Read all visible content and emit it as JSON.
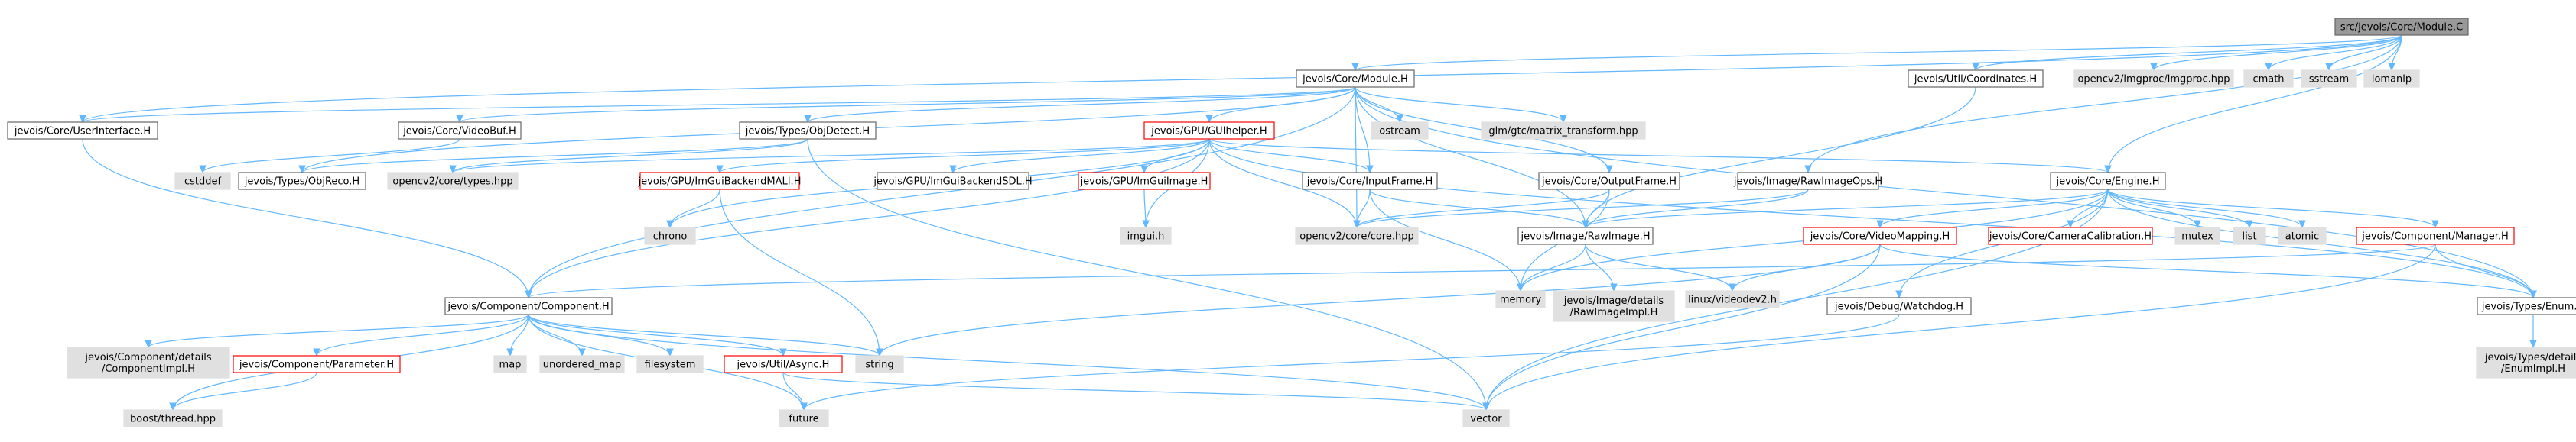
{
  "graph": {
    "root": "src/jevois/Core/Module.C",
    "colors": {
      "root_fill": "#999999",
      "linked_fill": "#ffffff",
      "external_fill": "#e0e0e0",
      "normal_border": "#666666",
      "truncated_border": "#ff0000",
      "edge": "#63b8ff"
    },
    "nodes": [
      {
        "id": "root",
        "label": "src/jevois/Core/Module.C",
        "style": "root"
      },
      {
        "id": "moduleh",
        "label": "jevois/Core/Module.H",
        "style": "linked"
      },
      {
        "id": "coords",
        "label": "jevois/Util/Coordinates.H",
        "style": "linked"
      },
      {
        "id": "imgproc",
        "label": "opencv2/imgproc/imgproc.hpp",
        "style": "external"
      },
      {
        "id": "cmath",
        "label": "cmath",
        "style": "external"
      },
      {
        "id": "sstream",
        "label": "sstream",
        "style": "external"
      },
      {
        "id": "iomanip",
        "label": "iomanip",
        "style": "external"
      },
      {
        "id": "userif",
        "label": "jevois/Core/UserInterface.H",
        "style": "linked"
      },
      {
        "id": "videobuf",
        "label": "jevois/Core/VideoBuf.H",
        "style": "linked"
      },
      {
        "id": "objdetect",
        "label": "jevois/Types/ObjDetect.H",
        "style": "linked"
      },
      {
        "id": "guihelper",
        "label": "jevois/GPU/GUIhelper.H",
        "style": "truncated"
      },
      {
        "id": "ostream",
        "label": "ostream",
        "style": "external"
      },
      {
        "id": "glm",
        "label": "glm/gtc/matrix_transform.hpp",
        "style": "external"
      },
      {
        "id": "cstddef",
        "label": "cstddef",
        "style": "external"
      },
      {
        "id": "objreco",
        "label": "jevois/Types/ObjReco.H",
        "style": "linked"
      },
      {
        "id": "cvtypes",
        "label": "opencv2/core/types.hpp",
        "style": "external"
      },
      {
        "id": "mali",
        "label": "jevois/GPU/ImGuiBackendMALI.H",
        "style": "truncated"
      },
      {
        "id": "sdl",
        "label": "jevois/GPU/ImGuiBackendSDL.H",
        "style": "linked"
      },
      {
        "id": "imguiimage",
        "label": "jevois/GPU/ImGuiImage.H",
        "style": "truncated"
      },
      {
        "id": "inputframe",
        "label": "jevois/Core/InputFrame.H",
        "style": "linked"
      },
      {
        "id": "outputframe",
        "label": "jevois/Core/OutputFrame.H",
        "style": "linked"
      },
      {
        "id": "rawimageops",
        "label": "jevois/Image/RawImageOps.H",
        "style": "linked"
      },
      {
        "id": "engine",
        "label": "jevois/Core/Engine.H",
        "style": "linked"
      },
      {
        "id": "chrono",
        "label": "chrono",
        "style": "external"
      },
      {
        "id": "imguih",
        "label": "imgui.h",
        "style": "external"
      },
      {
        "id": "cvcore",
        "label": "opencv2/core/core.hpp",
        "style": "external"
      },
      {
        "id": "rawimage",
        "label": "jevois/Image/RawImage.H",
        "style": "linked"
      },
      {
        "id": "videomapping",
        "label": "jevois/Core/VideoMapping.H",
        "style": "truncated"
      },
      {
        "id": "calib",
        "label": "jevois/Core/CameraCalibration.H",
        "style": "truncated"
      },
      {
        "id": "mutex",
        "label": "mutex",
        "style": "external"
      },
      {
        "id": "list",
        "label": "list",
        "style": "external"
      },
      {
        "id": "atomic",
        "label": "atomic",
        "style": "external"
      },
      {
        "id": "manager",
        "label": "jevois/Component/Manager.H",
        "style": "truncated"
      },
      {
        "id": "component",
        "label": "jevois/Component/Component.H",
        "style": "linked"
      },
      {
        "id": "memory",
        "label": "memory",
        "style": "external"
      },
      {
        "id": "rawimpl",
        "label": "jevois/Image/details\n/RawImageImpl.H",
        "style": "external"
      },
      {
        "id": "videodev2",
        "label": "linux/videodev2.h",
        "style": "external"
      },
      {
        "id": "watchdog",
        "label": "jevois/Debug/Watchdog.H",
        "style": "linked"
      },
      {
        "id": "enumh",
        "label": "jevois/Types/Enum.H",
        "style": "linked"
      },
      {
        "id": "compimpl",
        "label": "jevois/Component/details\n/ComponentImpl.H",
        "style": "external"
      },
      {
        "id": "parameter",
        "label": "jevois/Component/Parameter.H",
        "style": "truncated"
      },
      {
        "id": "map",
        "label": "map",
        "style": "external"
      },
      {
        "id": "unorderedmap",
        "label": "unordered_map",
        "style": "external"
      },
      {
        "id": "filesystem",
        "label": "filesystem",
        "style": "external"
      },
      {
        "id": "async",
        "label": "jevois/Util/Async.H",
        "style": "truncated"
      },
      {
        "id": "string",
        "label": "string",
        "style": "external"
      },
      {
        "id": "enumimpl",
        "label": "jevois/Types/details\n/EnumImpl.H",
        "style": "external"
      },
      {
        "id": "boostthread",
        "label": "boost/thread.hpp",
        "style": "external"
      },
      {
        "id": "future",
        "label": "future",
        "style": "external"
      },
      {
        "id": "vector",
        "label": "vector",
        "style": "external"
      }
    ],
    "edges": [
      [
        "root",
        "moduleh"
      ],
      [
        "root",
        "coords"
      ],
      [
        "root",
        "imgproc"
      ],
      [
        "root",
        "cmath"
      ],
      [
        "root",
        "sstream"
      ],
      [
        "root",
        "iomanip"
      ],
      [
        "root",
        "userif"
      ],
      [
        "root",
        "engine"
      ],
      [
        "root",
        "rawimageops"
      ],
      [
        "moduleh",
        "userif"
      ],
      [
        "moduleh",
        "videobuf"
      ],
      [
        "moduleh",
        "objdetect"
      ],
      [
        "moduleh",
        "guihelper"
      ],
      [
        "moduleh",
        "ostream"
      ],
      [
        "moduleh",
        "glm"
      ],
      [
        "moduleh",
        "component"
      ],
      [
        "moduleh",
        "objreco"
      ],
      [
        "moduleh",
        "inputframe"
      ],
      [
        "moduleh",
        "outputframe"
      ],
      [
        "moduleh",
        "cvcore"
      ],
      [
        "moduleh",
        "rawimage"
      ],
      [
        "moduleh",
        "enumh"
      ],
      [
        "coords",
        "rawimage"
      ],
      [
        "userif",
        "component"
      ],
      [
        "videobuf",
        "cstddef"
      ],
      [
        "objdetect",
        "cvtypes"
      ],
      [
        "objdetect",
        "objreco"
      ],
      [
        "objdetect",
        "vector"
      ],
      [
        "guihelper",
        "component"
      ],
      [
        "guihelper",
        "mali"
      ],
      [
        "guihelper",
        "sdl"
      ],
      [
        "guihelper",
        "imguiimage"
      ],
      [
        "guihelper",
        "imguih"
      ],
      [
        "guihelper",
        "chrono"
      ],
      [
        "guihelper",
        "cvcore"
      ],
      [
        "guihelper",
        "engine"
      ],
      [
        "guihelper",
        "cvtypes"
      ],
      [
        "guihelper",
        "inputframe"
      ],
      [
        "guihelper",
        "enumh"
      ],
      [
        "mali",
        "chrono"
      ],
      [
        "mali",
        "string"
      ],
      [
        "imguiimage",
        "imguih"
      ],
      [
        "inputframe",
        "cvcore"
      ],
      [
        "inputframe",
        "rawimage"
      ],
      [
        "inputframe",
        "memory"
      ],
      [
        "outputframe",
        "rawimage"
      ],
      [
        "outputframe",
        "cvcore"
      ],
      [
        "outputframe",
        "memory"
      ],
      [
        "rawimageops",
        "rawimage"
      ],
      [
        "rawimageops",
        "cvcore"
      ],
      [
        "engine",
        "rawimage"
      ],
      [
        "engine",
        "videomapping"
      ],
      [
        "engine",
        "calib"
      ],
      [
        "engine",
        "mutex"
      ],
      [
        "engine",
        "list"
      ],
      [
        "engine",
        "atomic"
      ],
      [
        "engine",
        "manager"
      ],
      [
        "engine",
        "watchdog"
      ],
      [
        "engine",
        "memory"
      ],
      [
        "engine",
        "enumh"
      ],
      [
        "engine",
        "vector"
      ],
      [
        "rawimage",
        "rawimpl"
      ],
      [
        "rawimage",
        "videodev2"
      ],
      [
        "rawimage",
        "memory"
      ],
      [
        "videomapping",
        "videodev2"
      ],
      [
        "videomapping",
        "enumh"
      ],
      [
        "videomapping",
        "string"
      ],
      [
        "videomapping",
        "vector"
      ],
      [
        "manager",
        "component"
      ],
      [
        "manager",
        "enumh"
      ],
      [
        "manager",
        "vector"
      ],
      [
        "watchdog",
        "future"
      ],
      [
        "component",
        "compimpl"
      ],
      [
        "component",
        "parameter"
      ],
      [
        "component",
        "map"
      ],
      [
        "component",
        "unorderedmap"
      ],
      [
        "component",
        "filesystem"
      ],
      [
        "component",
        "async"
      ],
      [
        "component",
        "string"
      ],
      [
        "component",
        "boostthread"
      ],
      [
        "component",
        "future"
      ],
      [
        "component",
        "vector"
      ],
      [
        "parameter",
        "boostthread"
      ],
      [
        "async",
        "future"
      ],
      [
        "async",
        "vector"
      ],
      [
        "enumh",
        "enumimpl"
      ]
    ]
  }
}
